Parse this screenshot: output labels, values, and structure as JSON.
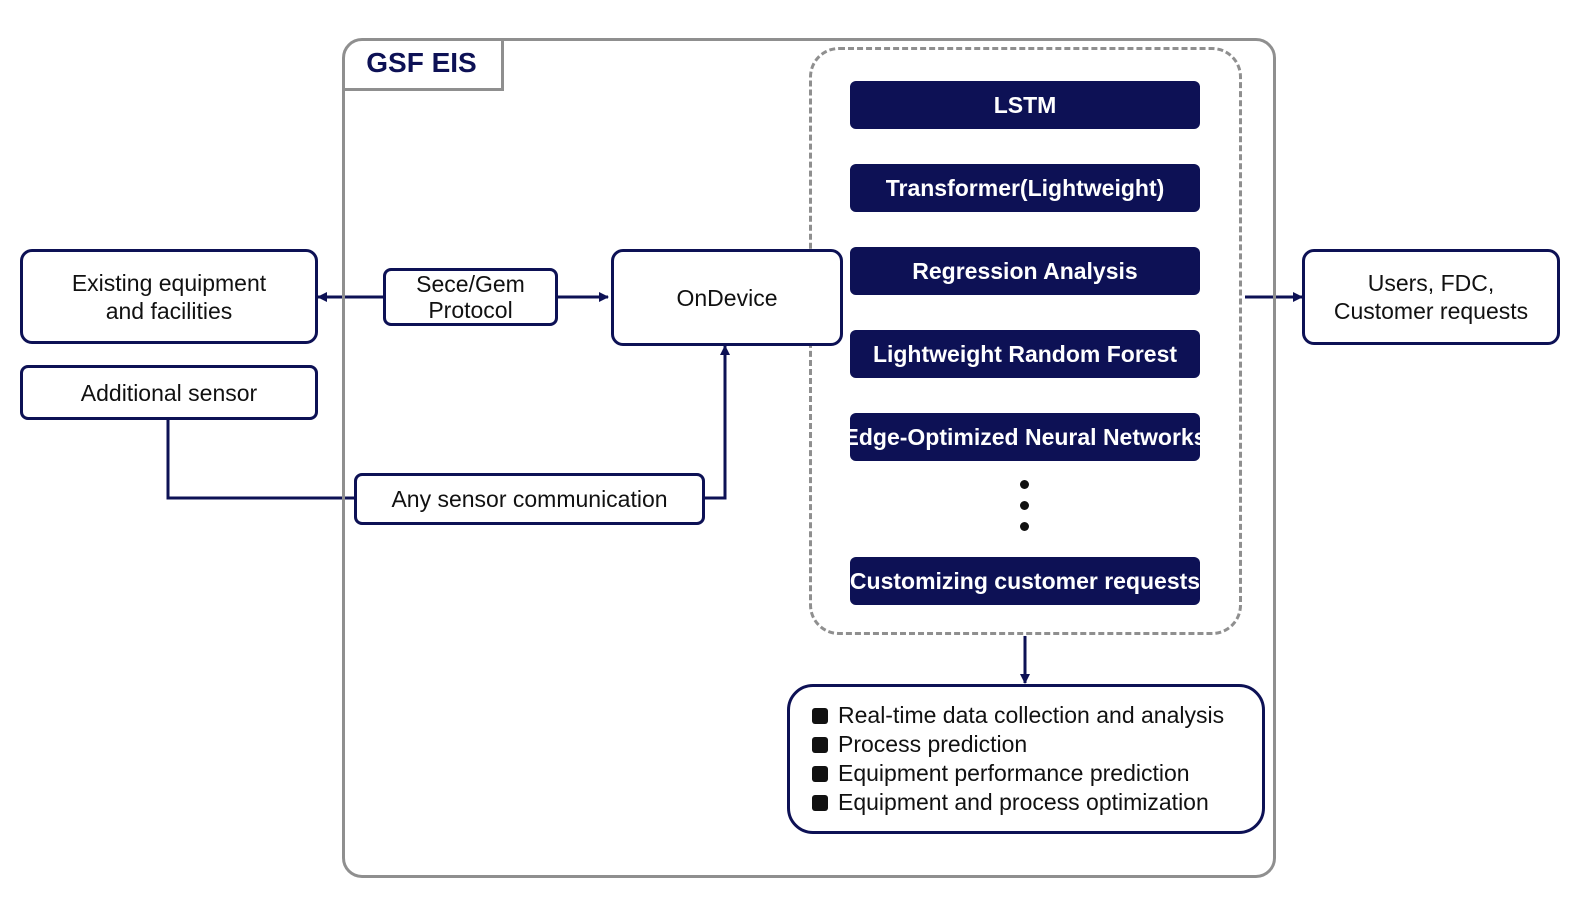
{
  "system": {
    "title": "GSF EIS"
  },
  "nodes": {
    "existing_equipment": {
      "line1": "Existing equipment",
      "line2": "and facilities"
    },
    "additional_sensor": "Additional sensor",
    "protocol": {
      "line1": "Sece/Gem",
      "line2": "Protocol"
    },
    "ondevice": "OnDevice",
    "sensor_comm": "Any sensor communication",
    "users": {
      "line1": "Users, FDC,",
      "line2": "Customer requests"
    }
  },
  "models": [
    "LSTM",
    "Transformer(Lightweight)",
    "Regression Analysis",
    "Lightweight Random Forest",
    "Edge-Optimized Neural Networks",
    "Customizing customer requests"
  ],
  "outputs": [
    "Real-time data collection and analysis",
    "Process prediction",
    "Equipment performance prediction",
    "Equipment and process optimization"
  ],
  "colors": {
    "primary": "#0d1155",
    "frame": "#8f8f8f"
  }
}
